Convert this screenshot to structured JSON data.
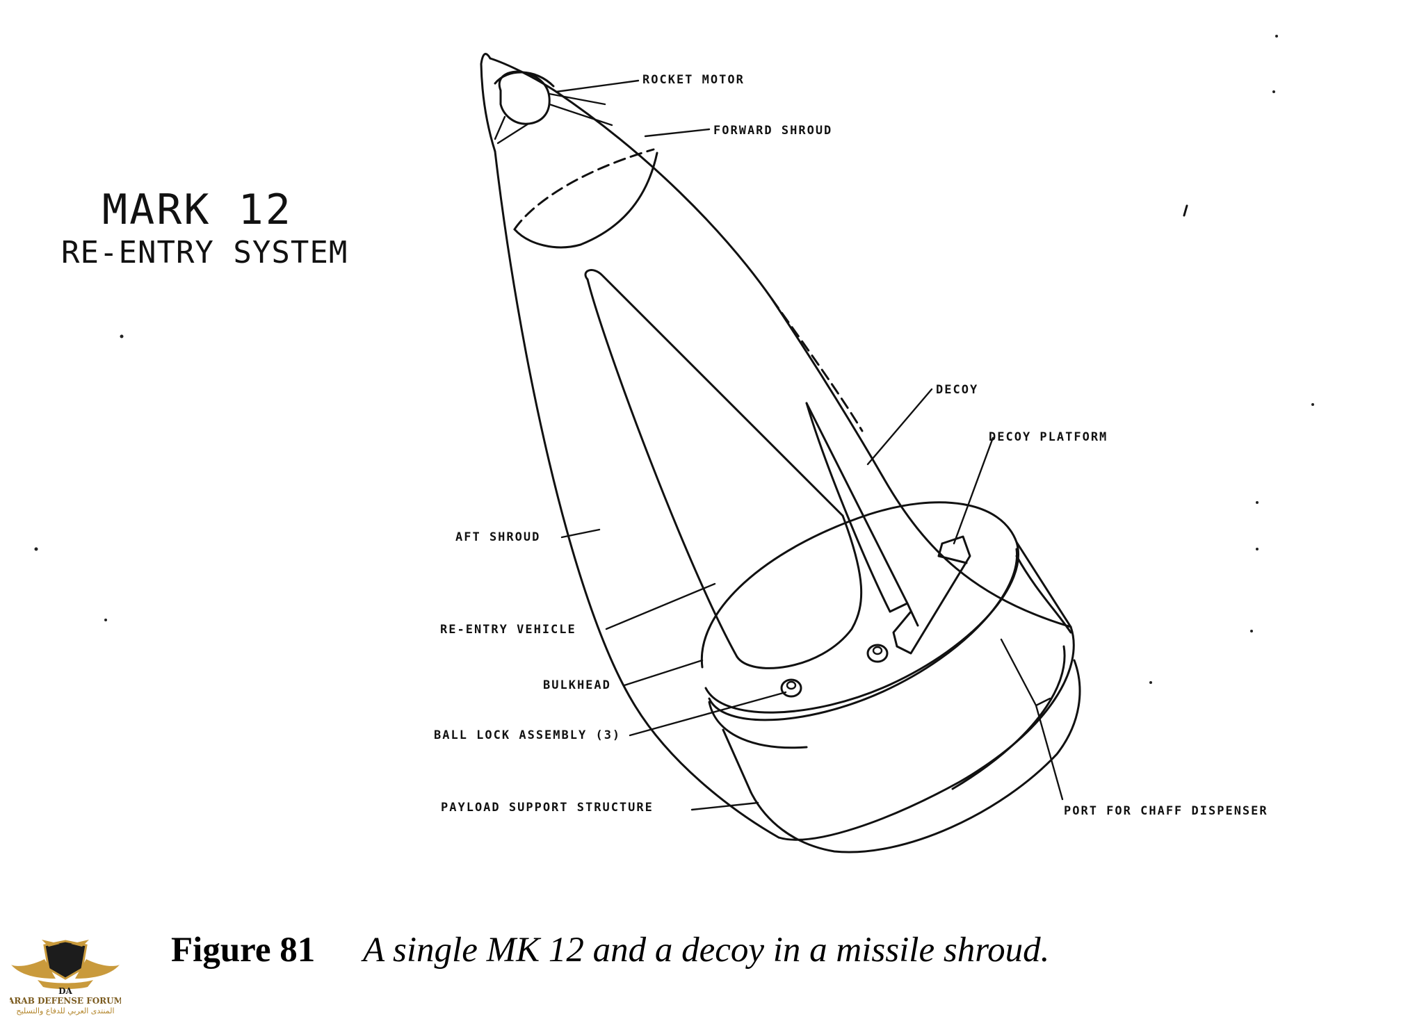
{
  "title": {
    "line1": "MARK 12",
    "line2": "RE-ENTRY SYSTEM"
  },
  "labels": {
    "rocket_motor": "ROCKET MOTOR",
    "forward_shroud": "FORWARD SHROUD",
    "decoy": "DECOY",
    "decoy_platform": "DECOY PLATFORM",
    "aft_shroud": "AFT SHROUD",
    "re_entry_vehicle": "RE-ENTRY VEHICLE",
    "bulkhead": "BULKHEAD",
    "ball_lock_assembly": "BALL LOCK ASSEMBLY (3)",
    "payload_support_structure": "PAYLOAD SUPPORT STRUCTURE",
    "port_for_chaff_dispenser": "PORT FOR CHAFF DISPENSER"
  },
  "caption": {
    "number": "Figure 81",
    "text": "A single MK 12 and a decoy in a missile shroud."
  },
  "watermark": {
    "monogram": "DA",
    "english": "ARAB DEFENSE FORUM",
    "arabic": "المنتدى العربي للدفاع والتسليح",
    "colors": {
      "gold": "#c99a3c",
      "dark": "#1c1c1c"
    }
  }
}
